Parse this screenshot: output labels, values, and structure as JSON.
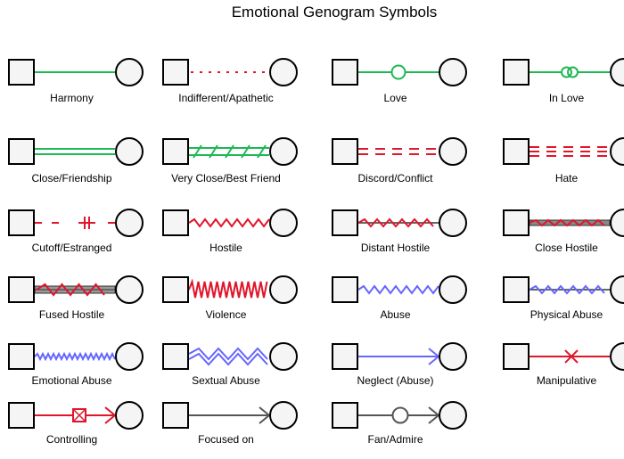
{
  "title": "Emotional Genogram Symbols",
  "colors": {
    "green": "#1DB954",
    "red": "#E0162B",
    "blue": "#6666FF",
    "gray": "#555555",
    "node_fill": "#F5F5F5",
    "node_stroke": "#000000"
  },
  "symbols": [
    {
      "label": "Harmony",
      "style": "solid",
      "color": "green"
    },
    {
      "label": "Indifferent/Apathetic",
      "style": "dotted",
      "color": "red"
    },
    {
      "label": "Love",
      "style": "ring",
      "color": "green"
    },
    {
      "label": "In Love",
      "style": "double-ring",
      "color": "green"
    },
    {
      "label": "Close/Friendship",
      "style": "double",
      "color": "green"
    },
    {
      "label": "Very Close/Best Friend",
      "style": "hatched-double",
      "color": "green"
    },
    {
      "label": "Discord/Conflict",
      "style": "double-dashed",
      "color": "red"
    },
    {
      "label": "Hate",
      "style": "triple-dashed",
      "color": "red"
    },
    {
      "label": "Cutoff/Estranged",
      "style": "cutoff",
      "color": "red"
    },
    {
      "label": "Hostile",
      "style": "zigzag",
      "color": "red"
    },
    {
      "label": "Distant Hostile",
      "style": "zigzag-over-line",
      "color": "red"
    },
    {
      "label": "Close Hostile",
      "style": "zigzag-over-double",
      "color": "red"
    },
    {
      "label": "Fused Hostile",
      "style": "zigzag-over-triple",
      "color": "red"
    },
    {
      "label": "Violence",
      "style": "coil",
      "color": "red"
    },
    {
      "label": "Abuse",
      "style": "zigzag",
      "color": "blue"
    },
    {
      "label": "Physical Abuse",
      "style": "zigzag-over-line",
      "color": "blue"
    },
    {
      "label": "Emotional Abuse",
      "style": "fine-zigzag",
      "color": "blue"
    },
    {
      "label": "Sextual Abuse",
      "style": "double-zigzag",
      "color": "blue"
    },
    {
      "label": "Neglect (Abuse)",
      "style": "arrow",
      "color": "blue"
    },
    {
      "label": "Manipulative",
      "style": "cross",
      "color": "red"
    },
    {
      "label": "Controlling",
      "style": "boxed-cross-arrow",
      "color": "red"
    },
    {
      "label": "Focused on",
      "style": "arrow",
      "color": "gray"
    },
    {
      "label": "Fan/Admire",
      "style": "ring-arrow",
      "color": "gray"
    }
  ]
}
